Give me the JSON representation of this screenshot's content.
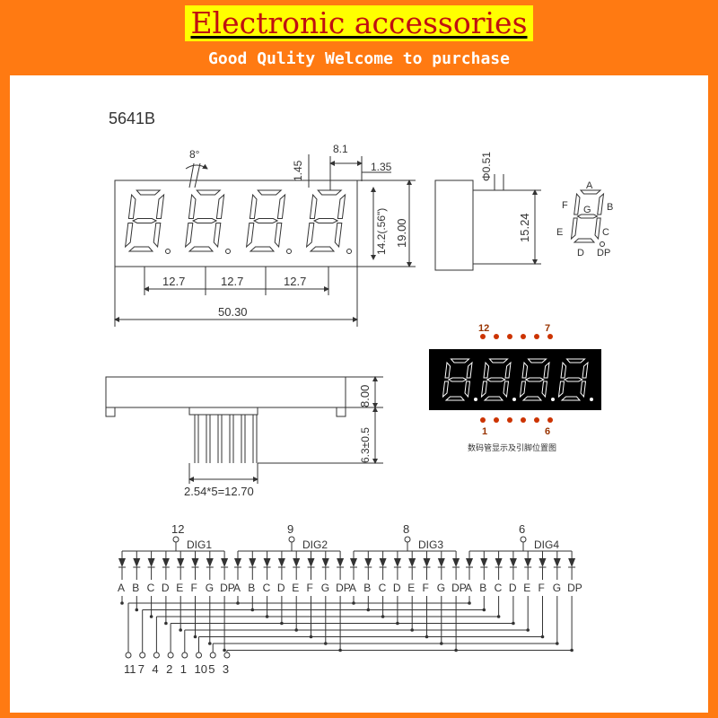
{
  "header": {
    "title": "Electronic accessories",
    "subtitle": "Good Qulity Welcome to purchase"
  },
  "colors": {
    "background": "#ff7a12",
    "title_bg": "#ffff00",
    "title_text": "#c01010",
    "subtitle_text": "#ffffff",
    "line": "#333333",
    "pin_dot": "#cc3300"
  },
  "front_view": {
    "model": "5641B",
    "angle": "8°",
    "dim_digit_width": "8.1",
    "dim_segment": "1.45",
    "dim_segment_2": "1.35",
    "dim_digit_height": "14.2(.56\")",
    "dim_height": "19.00",
    "dim_pitch": [
      "12.7",
      "12.7",
      "12.7"
    ],
    "dim_width": "50.30"
  },
  "side_view": {
    "dim_pin_diameter": "Φ0.51",
    "dim_pin_span": "15.24"
  },
  "segment_legend": {
    "labels": [
      "A",
      "B",
      "C",
      "D",
      "E",
      "F",
      "G",
      "DP"
    ]
  },
  "pin_layout": {
    "top_left": "12",
    "top_right": "7",
    "bottom_left": "1",
    "bottom_right": "6",
    "caption": "数码管显示及引脚位置图",
    "digits": [
      "8.",
      "8.",
      "8.",
      "8."
    ]
  },
  "bottom_view": {
    "dim_body": "8.00",
    "dim_pin_len": "6.3±0.5",
    "dim_pin_row": "2.54*5=12.70"
  },
  "circuit": {
    "digits": [
      {
        "pin": "12",
        "name": "DIG1"
      },
      {
        "pin": "9",
        "name": "DIG2"
      },
      {
        "pin": "8",
        "name": "DIG3"
      },
      {
        "pin": "6",
        "name": "DIG4"
      }
    ],
    "segments": [
      "A",
      "B",
      "C",
      "D",
      "E",
      "F",
      "G",
      "DP"
    ],
    "segment_pins": [
      "11",
      "7",
      "4",
      "2",
      "1",
      "10",
      "5",
      "3"
    ]
  }
}
